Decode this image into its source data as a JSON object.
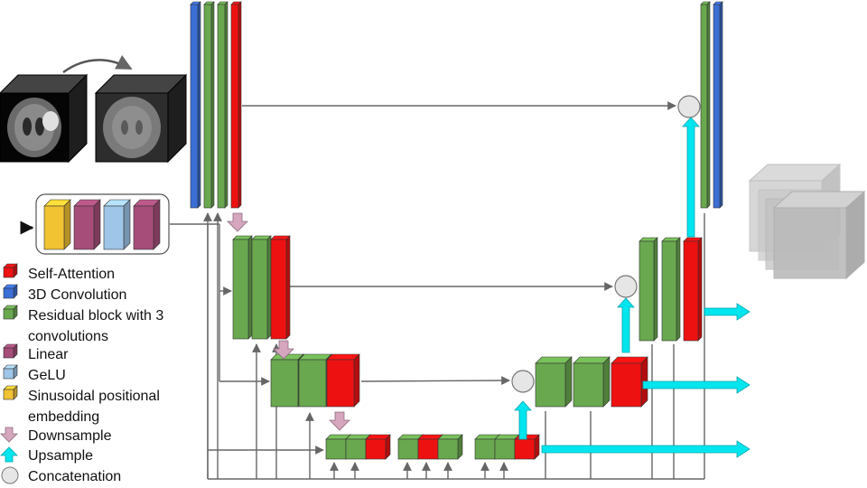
{
  "colors": {
    "self_attention": "#ee1111",
    "conv3d": "#3b6fd6",
    "residual": "#69a84f",
    "linear": "#a64d79",
    "gelu": "#9fc5e8",
    "positional": "#f1c232",
    "downsample": "#d5a6bd",
    "upsample": "#00e5ee",
    "concat": "#e6e6e6",
    "arrow": "#666666"
  },
  "icons": {
    "input_scan": "mri-brain-slice-icon",
    "noisy_scan": "noisy-mri-slice-icon",
    "output_volume": "stacked-volume-icon"
  },
  "legend": [
    {
      "key": "self_attention",
      "label": "Self-Attention",
      "shape": "cube"
    },
    {
      "key": "conv3d",
      "label": "3D Convolution",
      "shape": "cube"
    },
    {
      "key": "residual",
      "label": "Residual block with 3",
      "label2": "convolutions",
      "shape": "cube"
    },
    {
      "key": "linear",
      "label": "Linear",
      "shape": "cube"
    },
    {
      "key": "gelu",
      "label": "GeLU",
      "shape": "cube"
    },
    {
      "key": "positional",
      "label": "Sinusoidal positional",
      "label2": "embedding",
      "shape": "cube"
    },
    {
      "key": "downsample",
      "label": "Downsample",
      "shape": "down-arrow"
    },
    {
      "key": "upsample",
      "label": "Upsample",
      "shape": "up-arrow"
    },
    {
      "key": "concat",
      "label": "Concatenation",
      "shape": "circle"
    }
  ]
}
